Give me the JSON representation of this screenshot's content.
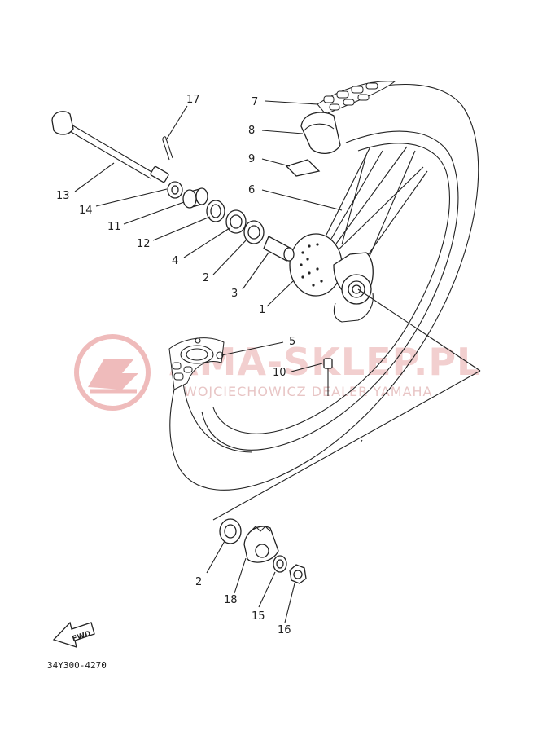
{
  "diagram": {
    "part_code": "34Y300-4270",
    "fwd_label": "FWD",
    "watermark": {
      "main": "AMA-SKLEP.PL",
      "sub": "WOJCIECHOWICZ DEALER YAMAHA"
    },
    "callouts": [
      {
        "id": "c17",
        "label": "17"
      },
      {
        "id": "c7",
        "label": "7"
      },
      {
        "id": "c8",
        "label": "8"
      },
      {
        "id": "c9",
        "label": "9"
      },
      {
        "id": "c6",
        "label": "6"
      },
      {
        "id": "c13",
        "label": "13"
      },
      {
        "id": "c14",
        "label": "14"
      },
      {
        "id": "c11",
        "label": "11"
      },
      {
        "id": "c12",
        "label": "12"
      },
      {
        "id": "c4",
        "label": "4"
      },
      {
        "id": "c2a",
        "label": "2"
      },
      {
        "id": "c3",
        "label": "3"
      },
      {
        "id": "c1",
        "label": "1"
      },
      {
        "id": "c5",
        "label": "5"
      },
      {
        "id": "c10",
        "label": "10"
      },
      {
        "id": "c2b",
        "label": "2"
      },
      {
        "id": "c18",
        "label": "18"
      },
      {
        "id": "c15",
        "label": "15"
      },
      {
        "id": "c16",
        "label": "16"
      }
    ]
  }
}
